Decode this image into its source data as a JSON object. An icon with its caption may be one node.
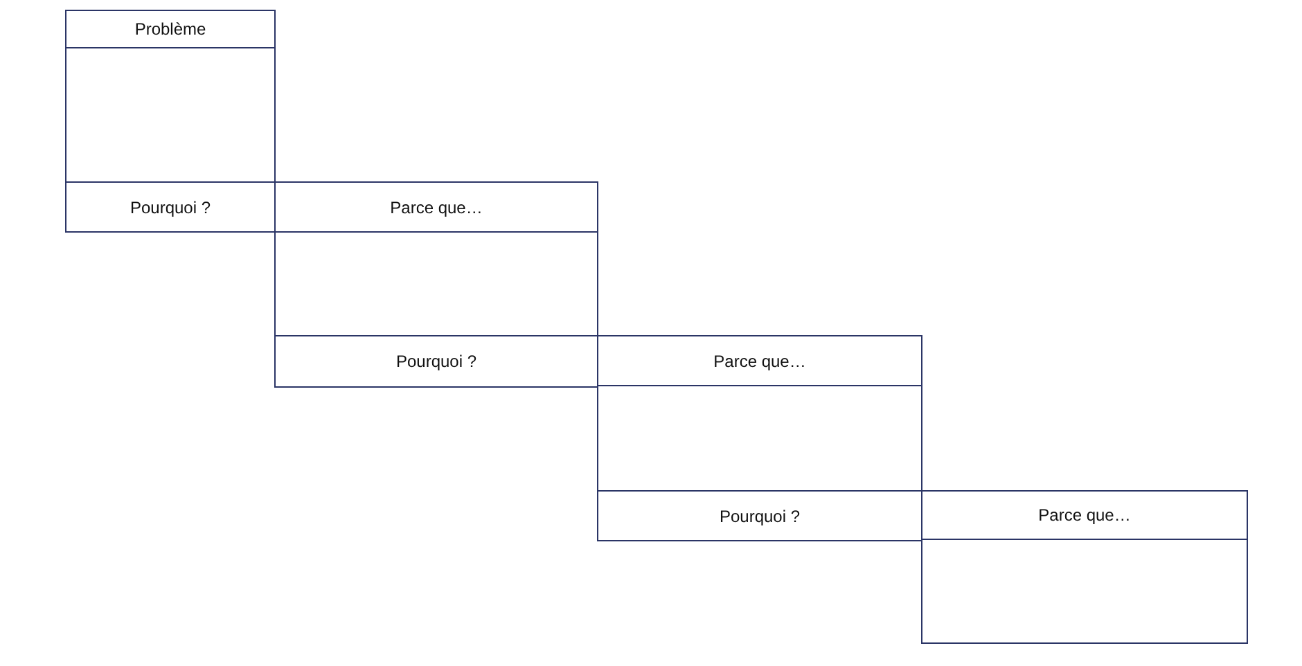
{
  "diagram": {
    "nodes": [
      {
        "text": [
          "Problème"
        ]
      },
      {
        "text": [],
        "shape": "box"
      },
      {
        "text": [
          "Pourquoi ?"
        ]
      },
      {
        "text": [
          "Parce que…"
        ]
      },
      {
        "text": [],
        "shape": "box"
      },
      {
        "text": [
          "Pourquoi ?"
        ]
      },
      {
        "text": [
          "Parce que…"
        ]
      },
      {
        "text": [],
        "shape": "box"
      },
      {
        "text": [
          "Pourquoi ?"
        ]
      },
      {
        "text": [
          "Parce que…"
        ]
      },
      {
        "text": [],
        "shape": "box"
      }
    ]
  }
}
